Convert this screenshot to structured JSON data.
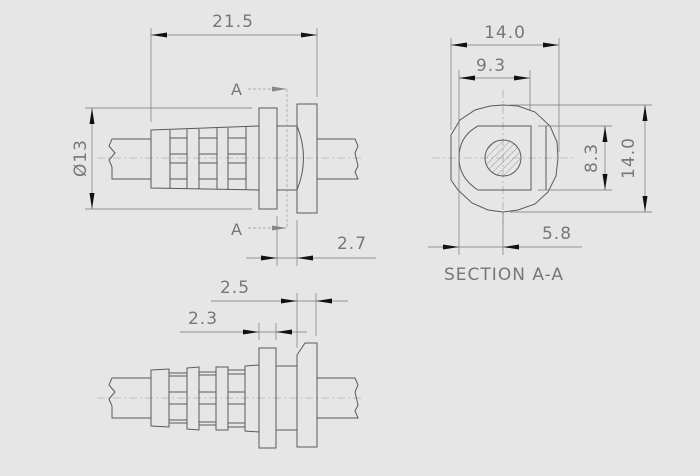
{
  "drawing": {
    "top_view": {
      "dim_overall_length": "21.5",
      "dim_diameter": "Ø13",
      "dim_gap": "2.7",
      "section_marker_top": "A",
      "section_marker_bottom": "A"
    },
    "section_view": {
      "dim_width": "14.0",
      "dim_inner_width": "9.3",
      "dim_inner_height": "8.3",
      "dim_height": "14.0",
      "dim_offset": "5.8",
      "title": "SECTION A-A"
    },
    "bottom_view": {
      "dim_flange_2": "2.5",
      "dim_flange_1": "2.3"
    },
    "colors": {
      "background": "#e6e6e6",
      "line": "#5a5a5a",
      "text": "#777777"
    }
  }
}
